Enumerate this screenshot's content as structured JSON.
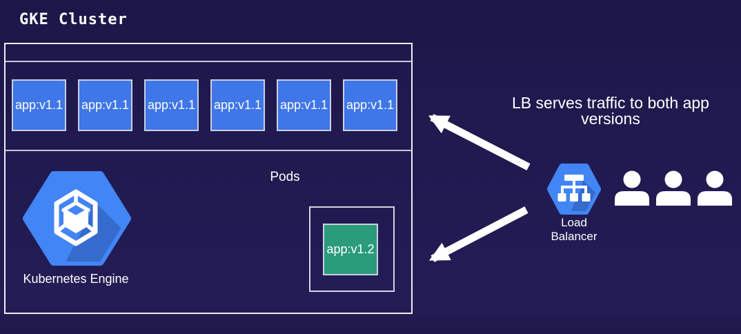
{
  "title": "GKE Cluster",
  "cluster": {
    "pods": {
      "section_label": "Pods",
      "v1_pods": [
        "app:v1.1",
        "app:v1.1",
        "app:v1.1",
        "app:v1.1",
        "app:v1.1",
        "app:v1.1"
      ],
      "v2_pod": "app:v1.2"
    },
    "engine": {
      "label": "Kubernetes Engine",
      "icon": "gke-hexagon-cube-icon"
    }
  },
  "load_balancer": {
    "label_line1": "Load",
    "label_line2": "Balancer",
    "icon": "load-balancer-hexagon-icon"
  },
  "users": {
    "icon": "user-person-icon",
    "count": 3
  },
  "annotation": {
    "line1": "LB serves traffic to both app",
    "line2": "versions"
  },
  "arrows": {
    "to_v1_pods": "lb-to-v1-pods-arrow",
    "to_v2_pod": "lb-to-v2-pod-arrow"
  },
  "colors": {
    "background": "#201a50",
    "pod_v1_blue": "#3f76e8",
    "pod_v2_green": "#2a9b7b",
    "gcp_blue": "#4285f4",
    "border_light": "#cdd0e2",
    "text": "#ffffff"
  }
}
